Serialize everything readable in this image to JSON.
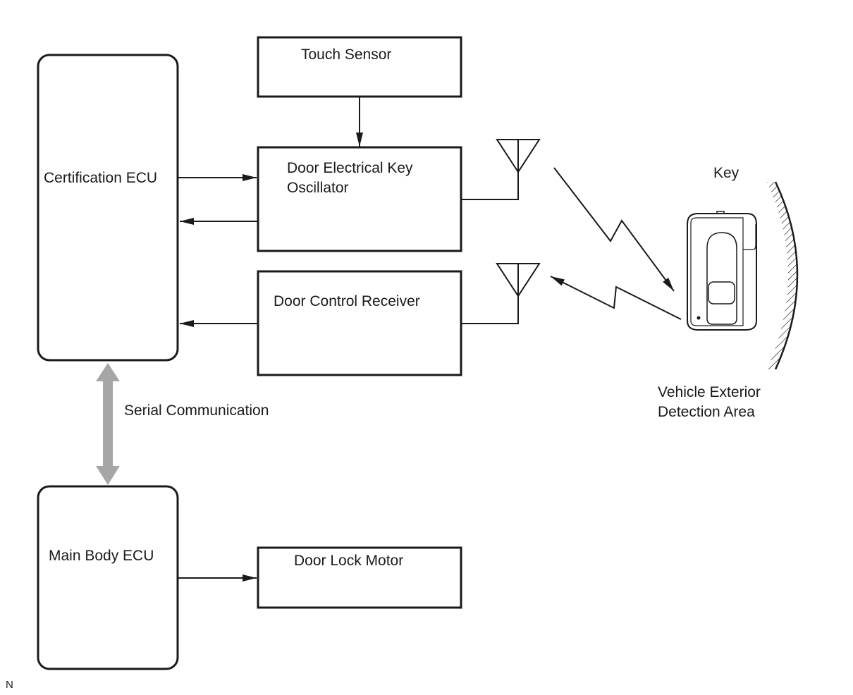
{
  "labels": {
    "certification_ecu": "Certification ECU",
    "touch_sensor": "Touch Sensor",
    "oscillator_line1": "Door Electrical Key",
    "oscillator_line2": "Oscillator",
    "door_control_receiver": "Door Control Receiver",
    "key": "Key",
    "detection_area_line1": "Vehicle Exterior",
    "detection_area_line2": "Detection Area",
    "serial_communication": "Serial Communication",
    "main_body_ecu": "Main Body ECU",
    "door_lock_motor": "Door Lock Motor",
    "corner_mark": "N"
  },
  "colors": {
    "line": "#1a1a1a",
    "serial_arrow": "#a6a6a6"
  }
}
